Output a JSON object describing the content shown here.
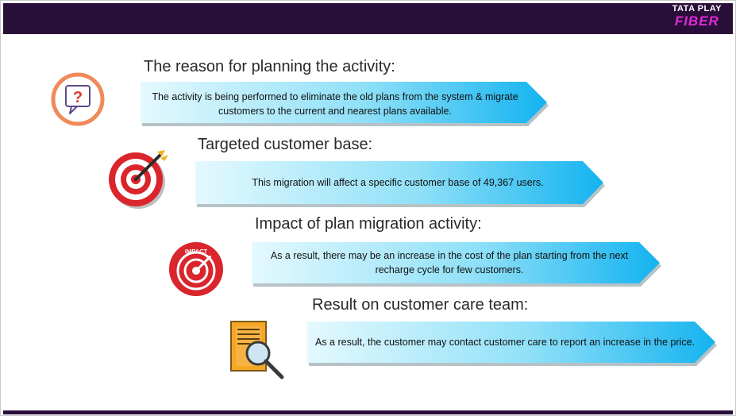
{
  "brand": {
    "line1": "TATA PLAY",
    "line2": "FIBER"
  },
  "sections": [
    {
      "heading": "The reason for planning the activity:",
      "text": "The activity is being performed to eliminate the old plans from the system & migrate customers to the current and nearest plans available.",
      "icon": "question-bubble-icon"
    },
    {
      "heading": "Targeted customer base:",
      "text": "This migration will affect a specific customer base of 49,367 users.",
      "icon": "target-dart-icon"
    },
    {
      "heading": "Impact of plan migration activity:",
      "text": "As a result, there may be an increase in the cost of the plan starting from the next recharge cycle for few customers.",
      "icon": "impact-target-icon",
      "icon_label": "IMPACT"
    },
    {
      "heading": "Result on customer care team:",
      "text": "As a result, the customer may contact customer care to report an increase in the price.",
      "icon": "document-magnifier-icon"
    }
  ],
  "colors": {
    "bar": "#2a0e3a",
    "brand_accent": "#e02bd9",
    "arrow_light": "#dff7fd",
    "arrow_dark": "#18b8f2",
    "icon_red": "#d9252b",
    "icon_orange": "#f08a5a"
  }
}
